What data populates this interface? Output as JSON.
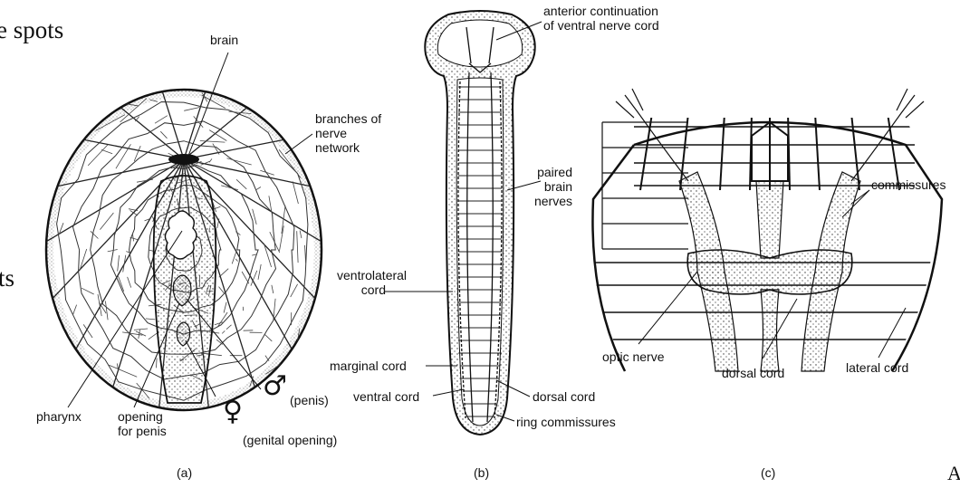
{
  "slide_text": {
    "top_fragment": "e spots",
    "mid_fragment": "ts",
    "corner_fragment": "A"
  },
  "panel_a": {
    "caption": "(a)",
    "labels": {
      "brain": "brain",
      "branches": "branches of\nnerve\nnetwork",
      "pharynx": "pharynx",
      "opening": "opening\nfor penis",
      "penis": "(penis)",
      "genital": "(genital opening)"
    },
    "symbols": {
      "male": "♂",
      "female": "♀"
    }
  },
  "panel_b": {
    "caption": "(b)",
    "labels": {
      "anterior": "anterior continuation\nof ventral nerve cord",
      "paired": "paired\nbrain\nnerves",
      "ventrolateral": "ventrolateral\ncord",
      "marginal": "marginal cord",
      "ventral": "ventral cord",
      "dorsal": "dorsal cord",
      "ring": "ring commissures"
    }
  },
  "panel_c": {
    "caption": "(c)",
    "labels": {
      "commissures": "commissures",
      "optic": "optic nerve",
      "dorsal": "dorsal cord",
      "lateral": "lateral cord"
    }
  }
}
